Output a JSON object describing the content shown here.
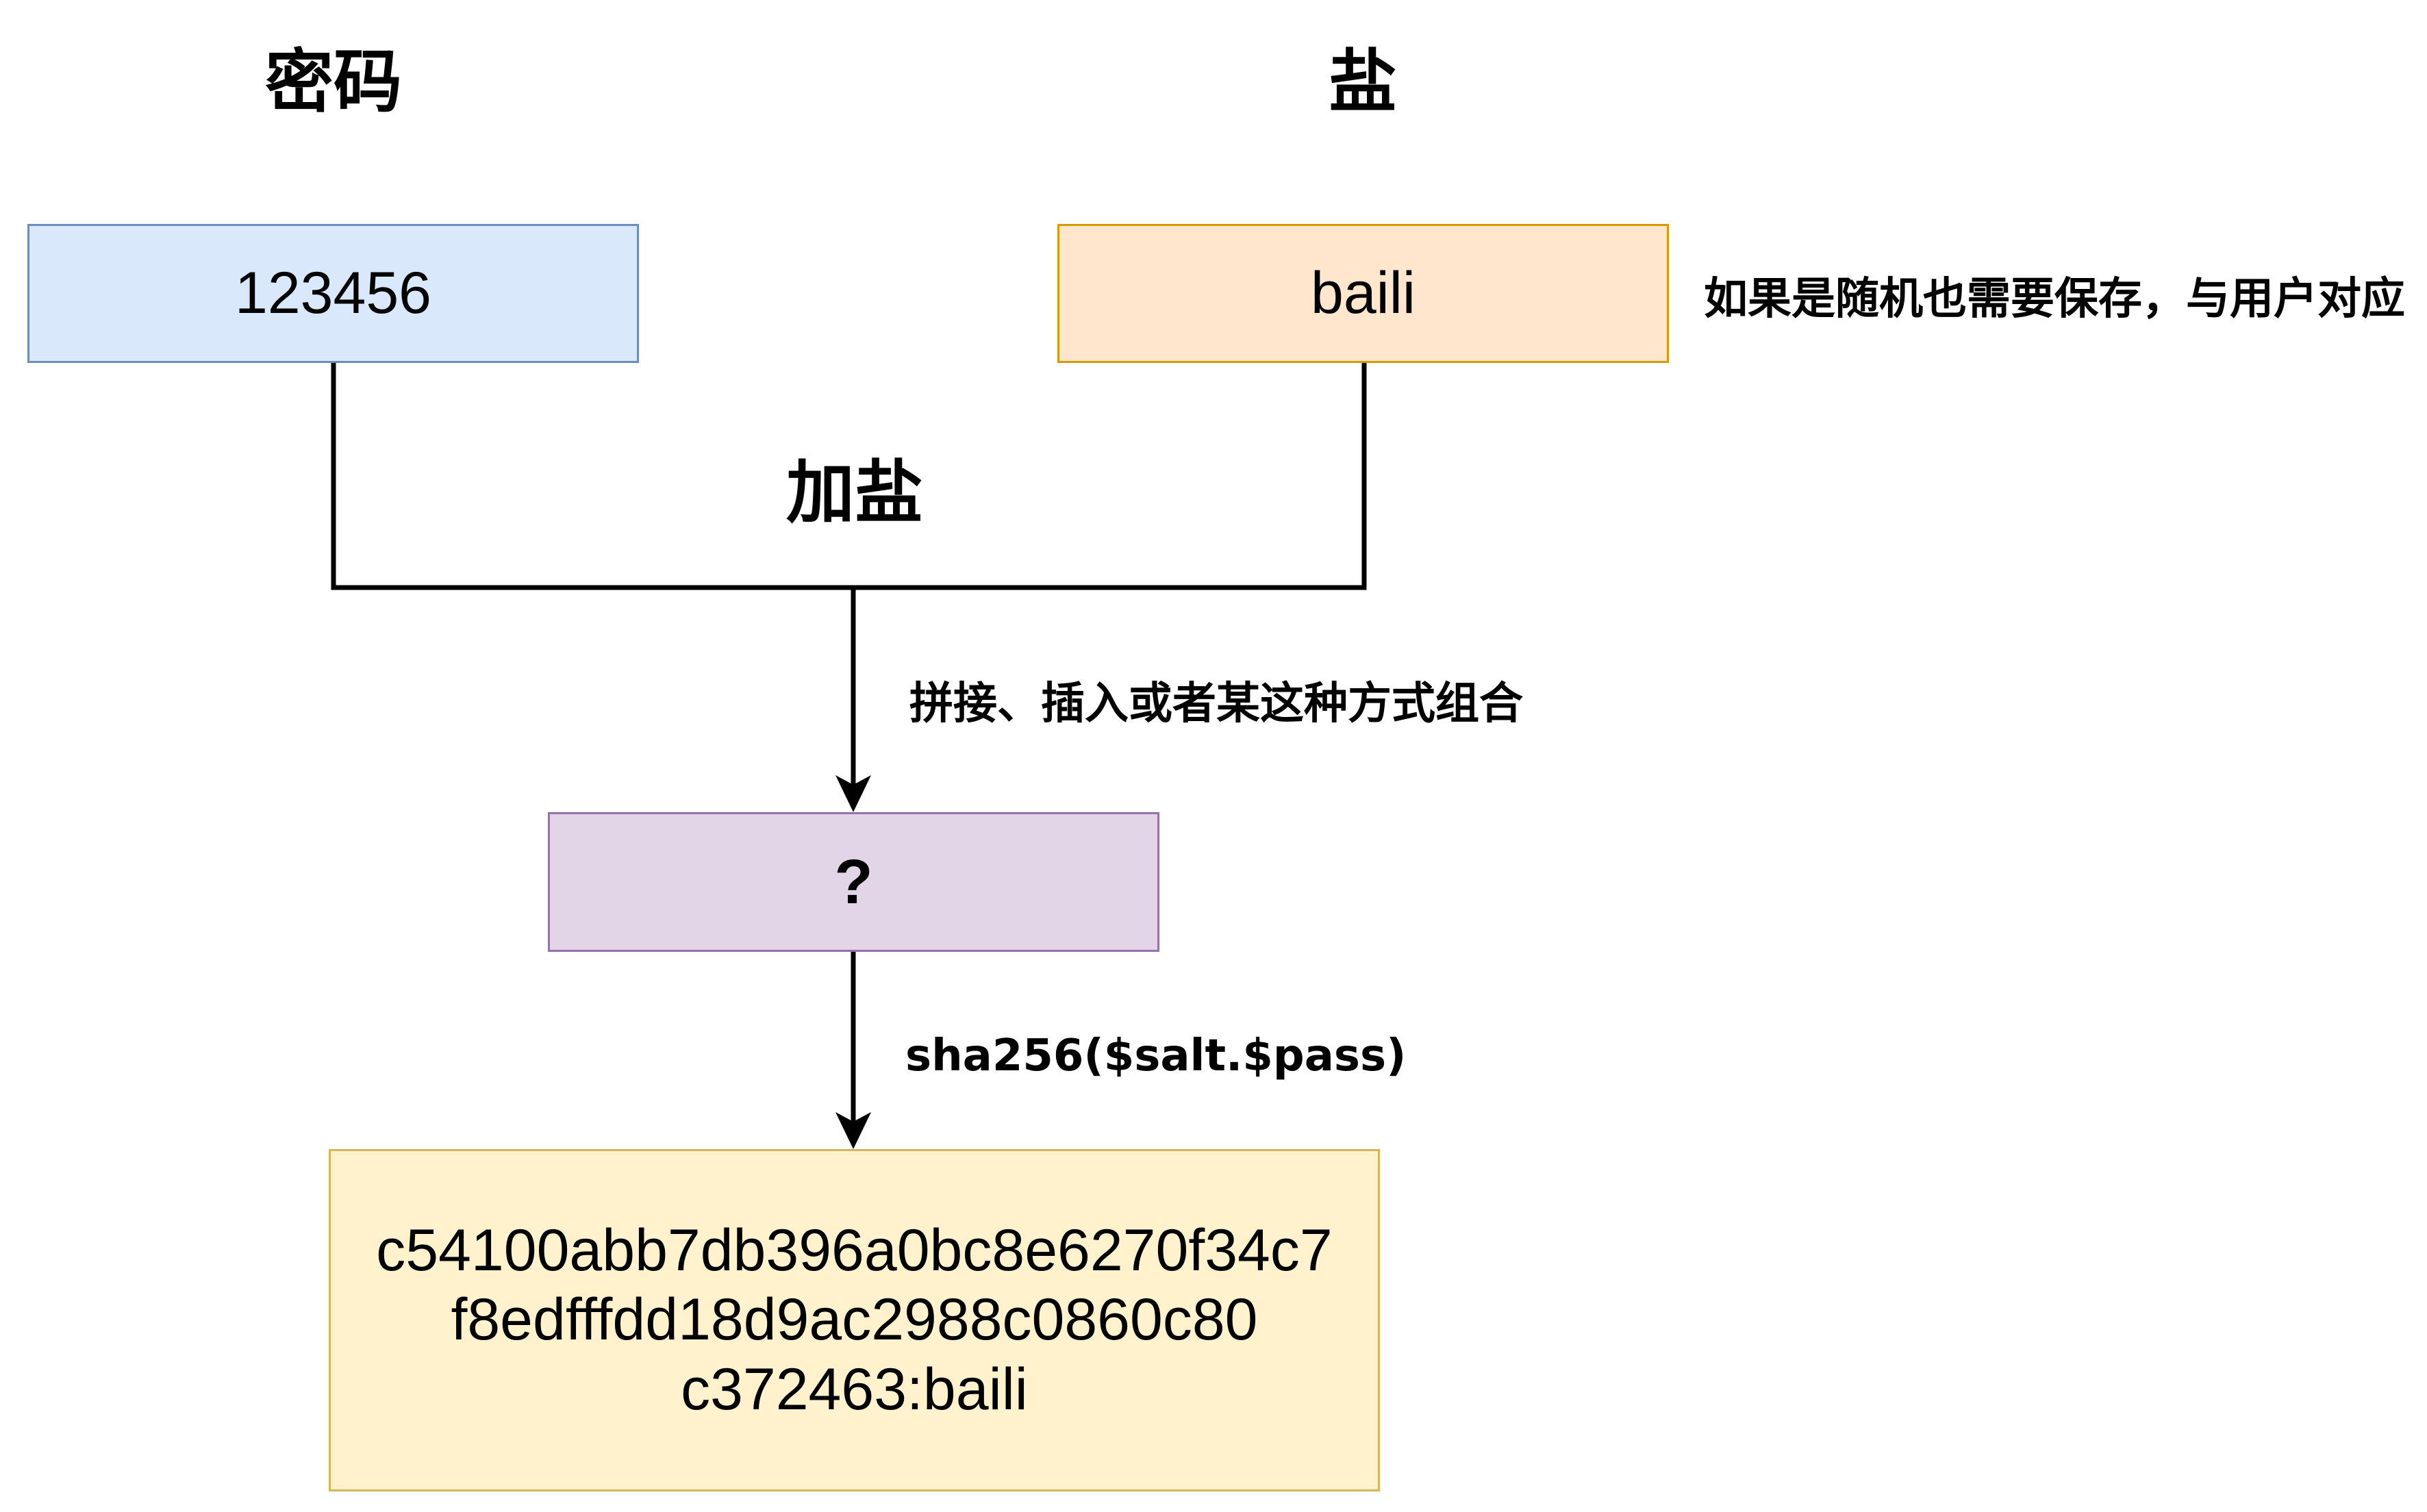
{
  "labels": {
    "password_heading": "密码",
    "salt_heading": "盐",
    "salting_label": "加盐",
    "salt_note": "如果是随机也需要保存，与用户对应",
    "combine_note": "拼接、插入或者某这种方式组合",
    "hash_note": "sha256($salt.$pass)"
  },
  "boxes": {
    "password": {
      "text": "123456",
      "fill": "#dae8fc",
      "stroke": "#6c8ebf"
    },
    "salt": {
      "text": "baili",
      "fill": "#ffe6cc",
      "stroke": "#d79b00"
    },
    "combined": {
      "text": "?",
      "fill": "#e1d5e7",
      "stroke": "#9673a6"
    },
    "result": {
      "lines": [
        "c54100abb7db396a0bc8e6270f34c7",
        "f8edfffdd18d9ac2988c0860c80",
        "c372463:baili"
      ],
      "fill": "#fff2cc",
      "stroke": "#d6b656"
    }
  }
}
